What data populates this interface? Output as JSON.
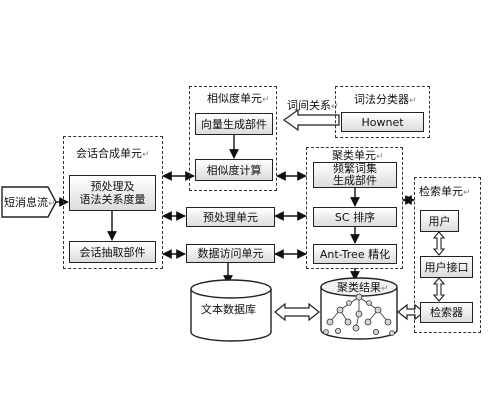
{
  "input_label": "短消息流",
  "session_unit": {
    "title": "会话合成单元",
    "preprocess_box": "预处理及\n语法关系度量",
    "extract_box": "会话抽取部件"
  },
  "similarity_unit": {
    "title": "相似度单元",
    "vector_box": "向量生成部件",
    "calc_box": "相似度计算"
  },
  "lexical_classifier": {
    "title": "词法分类器",
    "hownet_box": "Hownet",
    "relation_label": "词间关系"
  },
  "cluster_unit": {
    "title": "聚类单元",
    "freq_box": "频繁词集\n生成部件",
    "sc_box": "SC 排序",
    "ant_box": "Ant-Tree 精化"
  },
  "middle": {
    "preprocess_unit": "预处理单元",
    "data_access_unit": "数据访问单元"
  },
  "databases": {
    "text_db": "文本数据库",
    "cluster_result": "聚类结果"
  },
  "retrieval_unit": {
    "title": "检索单元",
    "user_box": "用户",
    "interface_box": "用户接口",
    "retriever_box": "检索器"
  },
  "return_mark": "↵"
}
